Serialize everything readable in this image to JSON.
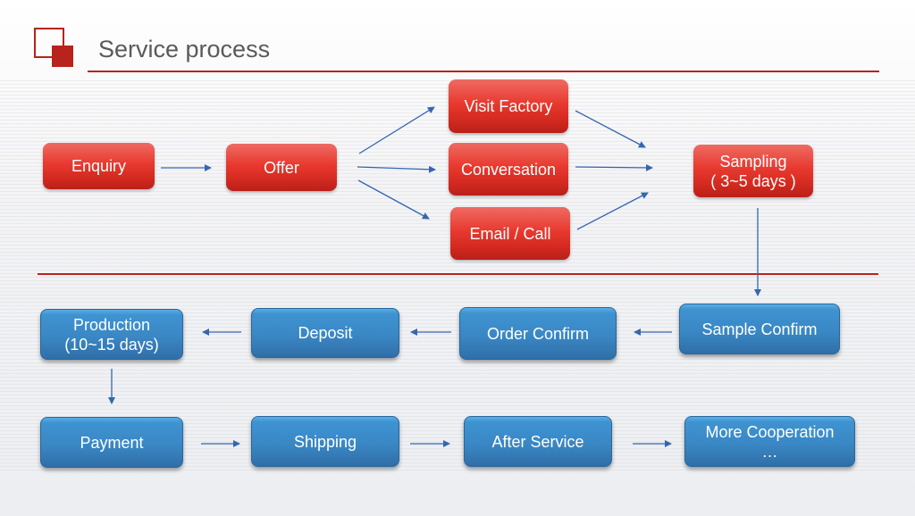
{
  "header": {
    "title": "Service process"
  },
  "colors": {
    "accent_red": "#b8231c",
    "box_red": "#e8392f",
    "box_blue": "#3a87c5",
    "arrow_blue": "#3466b0",
    "title_gray": "#5a5a5a"
  },
  "stage1": {
    "enquiry": "Enquiry",
    "offer": "Offer",
    "visit_factory": "Visit Factory",
    "conversation": "Conversation",
    "email_call": "Email / Call",
    "sampling_line1": "Sampling",
    "sampling_line2": "( 3~5 days )"
  },
  "stage2": {
    "sample_confirm": "Sample Confirm",
    "order_confirm": "Order Confirm",
    "deposit": "Deposit",
    "production_line1": "Production",
    "production_line2": "(10~15 days)",
    "payment": "Payment",
    "shipping": "Shipping",
    "after_service": "After Service",
    "more_cooperation_line1": "More Cooperation",
    "more_cooperation_line2": "…"
  },
  "flow": [
    [
      "Enquiry",
      "Offer"
    ],
    [
      "Offer",
      "Visit Factory"
    ],
    [
      "Offer",
      "Conversation"
    ],
    [
      "Offer",
      "Email / Call"
    ],
    [
      "Visit Factory",
      "Sampling"
    ],
    [
      "Conversation",
      "Sampling"
    ],
    [
      "Email / Call",
      "Sampling"
    ],
    [
      "Sampling",
      "Sample Confirm"
    ],
    [
      "Sample Confirm",
      "Order Confirm"
    ],
    [
      "Order Confirm",
      "Deposit"
    ],
    [
      "Deposit",
      "Production"
    ],
    [
      "Production",
      "Payment"
    ],
    [
      "Payment",
      "Shipping"
    ],
    [
      "Shipping",
      "After Service"
    ],
    [
      "After Service",
      "More Cooperation"
    ]
  ]
}
